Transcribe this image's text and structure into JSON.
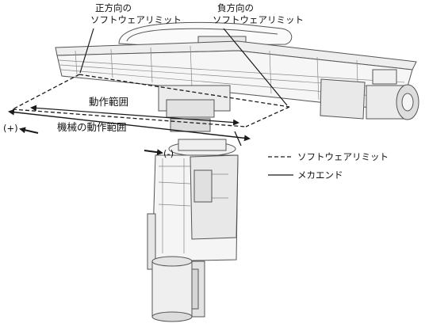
{
  "labels": {
    "positive_soft_limit_line1": "正方向の",
    "positive_soft_limit_line2": "ソフトウェアリミット",
    "negative_soft_limit_line1": "負方向の",
    "negative_soft_limit_line2": "ソフトウェアリミット",
    "operating_range": "動作範囲",
    "mechanical_operating_range": "機械の動作範囲",
    "plus_direction": "(+)",
    "minus_direction": "(-)"
  },
  "legend": {
    "software_limit": "ソフトウェアリミット",
    "mechanical_end": "メカエンド"
  },
  "colors": {
    "line": "#1a1a1a",
    "machine_stroke": "#555555",
    "machine_fill": "#f4f4f4",
    "shade": "#d9d9d9"
  }
}
